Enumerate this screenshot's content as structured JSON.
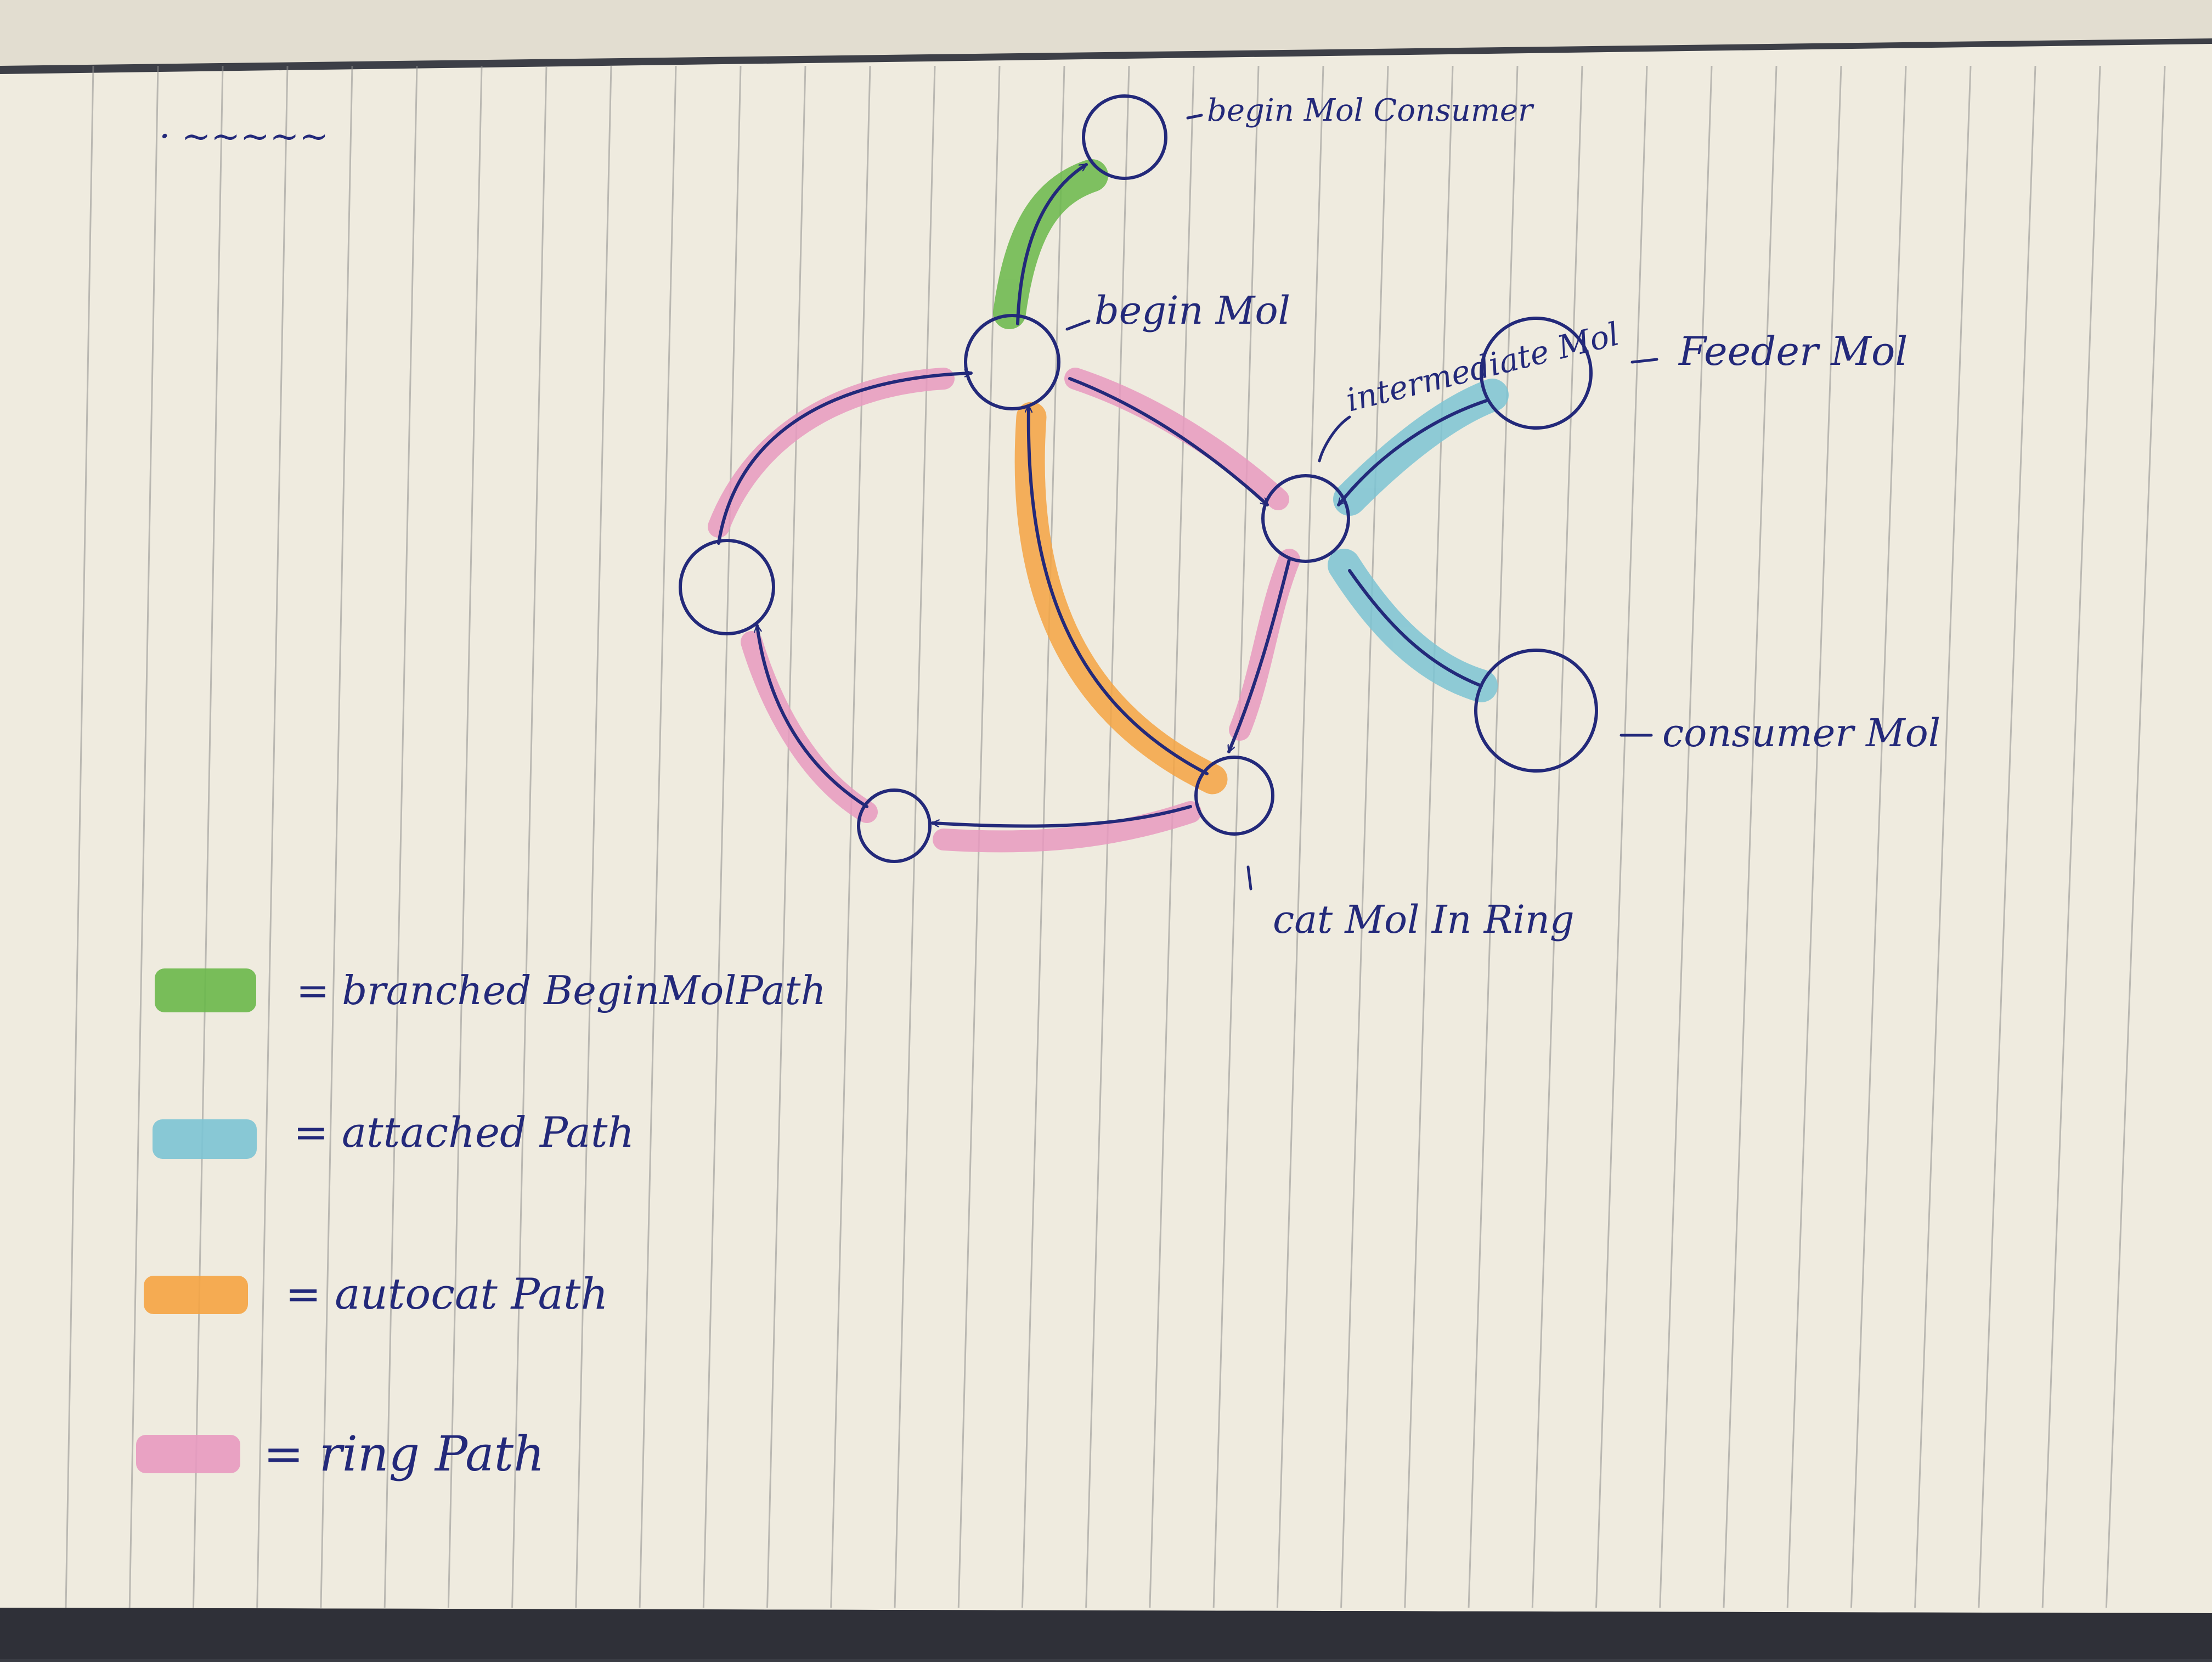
{
  "scribble": "· ~~~~~",
  "colors": {
    "ink": "#23297a",
    "green": "#6ab84a",
    "blue": "#7cc4d4",
    "orange": "#f5a443",
    "pink": "#e89ac0",
    "paper": "#efebdf",
    "rule": "#8f8f8f"
  },
  "nodes": {
    "begin_mol_consumer": {
      "label": "begin Mol Consumer"
    },
    "begin_mol": {
      "label": "begin Mol"
    },
    "intermediate_mol": {
      "label": "intermediate Mol"
    },
    "feeder_mol": {
      "label": "Feeder Mol"
    },
    "consumer_mol": {
      "label": "consumer Mol"
    },
    "cat_mol_in_ring": {
      "label": "cat Mol In Ring"
    }
  },
  "legend": [
    {
      "color": "green",
      "label": "= branched BeginMolPath"
    },
    {
      "color": "blue",
      "label": "= attached Path"
    },
    {
      "color": "orange",
      "label": "= autocat Path"
    },
    {
      "color": "pink",
      "label": "= ring Path"
    }
  ]
}
